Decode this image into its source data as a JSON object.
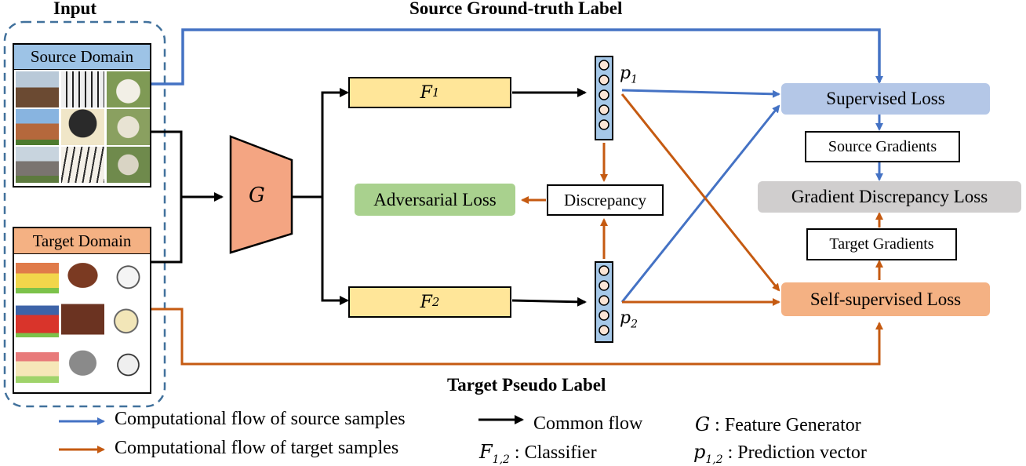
{
  "titles": {
    "input": "Input",
    "source_gt": "Source Ground-truth Label",
    "target_pseudo": "Target Pseudo Label"
  },
  "domains": {
    "source": "Source Domain",
    "target": "Target Domain"
  },
  "modules": {
    "generator": "G",
    "classifier1_main": "F",
    "classifier1_sub": "1",
    "classifier2_main": "F",
    "classifier2_sub": "2",
    "p1_main": "p",
    "p1_sub": "1",
    "p2_main": "p",
    "p2_sub": "2"
  },
  "nodes": {
    "adversarial_loss": "Adversarial Loss",
    "discrepancy": "Discrepancy",
    "supervised_loss": "Supervised Loss",
    "source_gradients": "Source Gradients",
    "gradient_discrepancy_loss": "Gradient Discrepancy Loss",
    "target_gradients": "Target Gradients",
    "self_supervised_loss": "Self-supervised Loss"
  },
  "legend": {
    "source_flow": "Computational flow of source samples",
    "target_flow": "Computational flow of target samples",
    "common_flow": "Common flow",
    "classifier_sym": "F",
    "classifier_sub": "1,2",
    "classifier_desc": ": Classifier",
    "generator_sym": "G",
    "generator_desc": ": Feature Generator",
    "prediction_sym": "p",
    "prediction_sub": "1,2",
    "prediction_desc": ": Prediction vector"
  },
  "colors": {
    "source_blue": "#4472c4",
    "target_orange": "#c55a11",
    "source_fill": "#9dc3e6",
    "target_fill": "#f4b183",
    "generator_fill": "#f4a582",
    "classifier_fill": "#ffe699",
    "supervised_fill": "#b4c7e7",
    "self_supervised_fill": "#f4b183",
    "adversarial_fill": "#a9d18e",
    "gradient_loss_fill": "#d0cece",
    "prediction_fill": "#a6c8e8"
  }
}
